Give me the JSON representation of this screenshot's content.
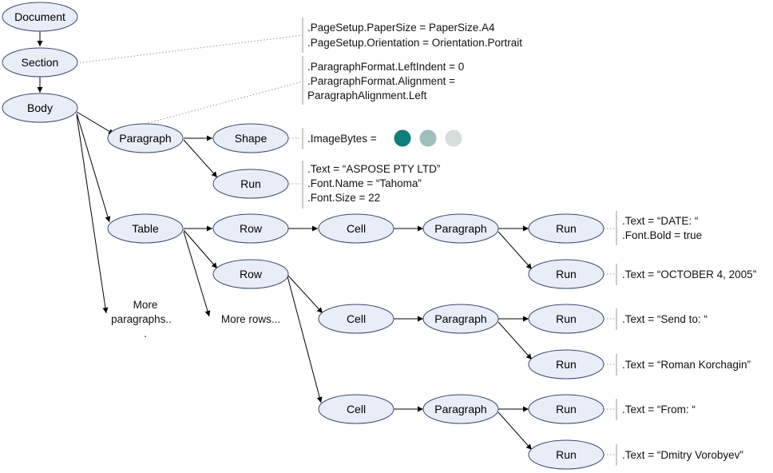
{
  "nodes": {
    "document": "Document",
    "section": "Section",
    "body": "Body",
    "paragraph_1": "Paragraph",
    "shape": "Shape",
    "run_1": "Run",
    "table": "Table",
    "row_1": "Row",
    "row_2": "Row",
    "cell_1": "Cell",
    "cell_2": "Cell",
    "cell_3": "Cell",
    "paragraph_2": "Paragraph",
    "paragraph_3": "Paragraph",
    "paragraph_4": "Paragraph",
    "run_2": "Run",
    "run_3": "Run",
    "run_4": "Run",
    "run_5": "Run",
    "run_6": "Run",
    "run_7": "Run"
  },
  "more": {
    "paragraphs_line1": "More",
    "paragraphs_line2": "paragraphs..",
    "paragraphs_line3": ".",
    "rows": "More rows..."
  },
  "notes": {
    "section": [
      ".PageSetup.PaperSize = PaperSize.A4",
      ".PageSetup.Orientation = Orientation.Portrait"
    ],
    "paragraph_format": [
      ".ParagraphFormat.LeftIndent = 0",
      ".ParagraphFormat.Alignment =",
      "ParagraphAlignment.Left"
    ],
    "shape": [
      ".ImageBytes ="
    ],
    "run_1": [
      ".Text = “ASPOSE PTY LTD”",
      ".Font.Name = “Tahoma”",
      ".Font.Size = 22"
    ],
    "run_2": [
      ".Text = “DATE: “",
      ".Font.Bold = true"
    ],
    "run_3": [
      ".Text = “OCTOBER 4, 2005”"
    ],
    "run_4": [
      ".Text = “Send to: “"
    ],
    "run_5": [
      ".Text = “Roman Korchagin”"
    ],
    "run_6": [
      ".Text = “From: “"
    ],
    "run_7": [
      ".Text = “Dmitry Vorobyev”"
    ]
  },
  "image_swatches": [
    "#0e7f7a",
    "#9ebdbd",
    "#d7dcdc"
  ]
}
